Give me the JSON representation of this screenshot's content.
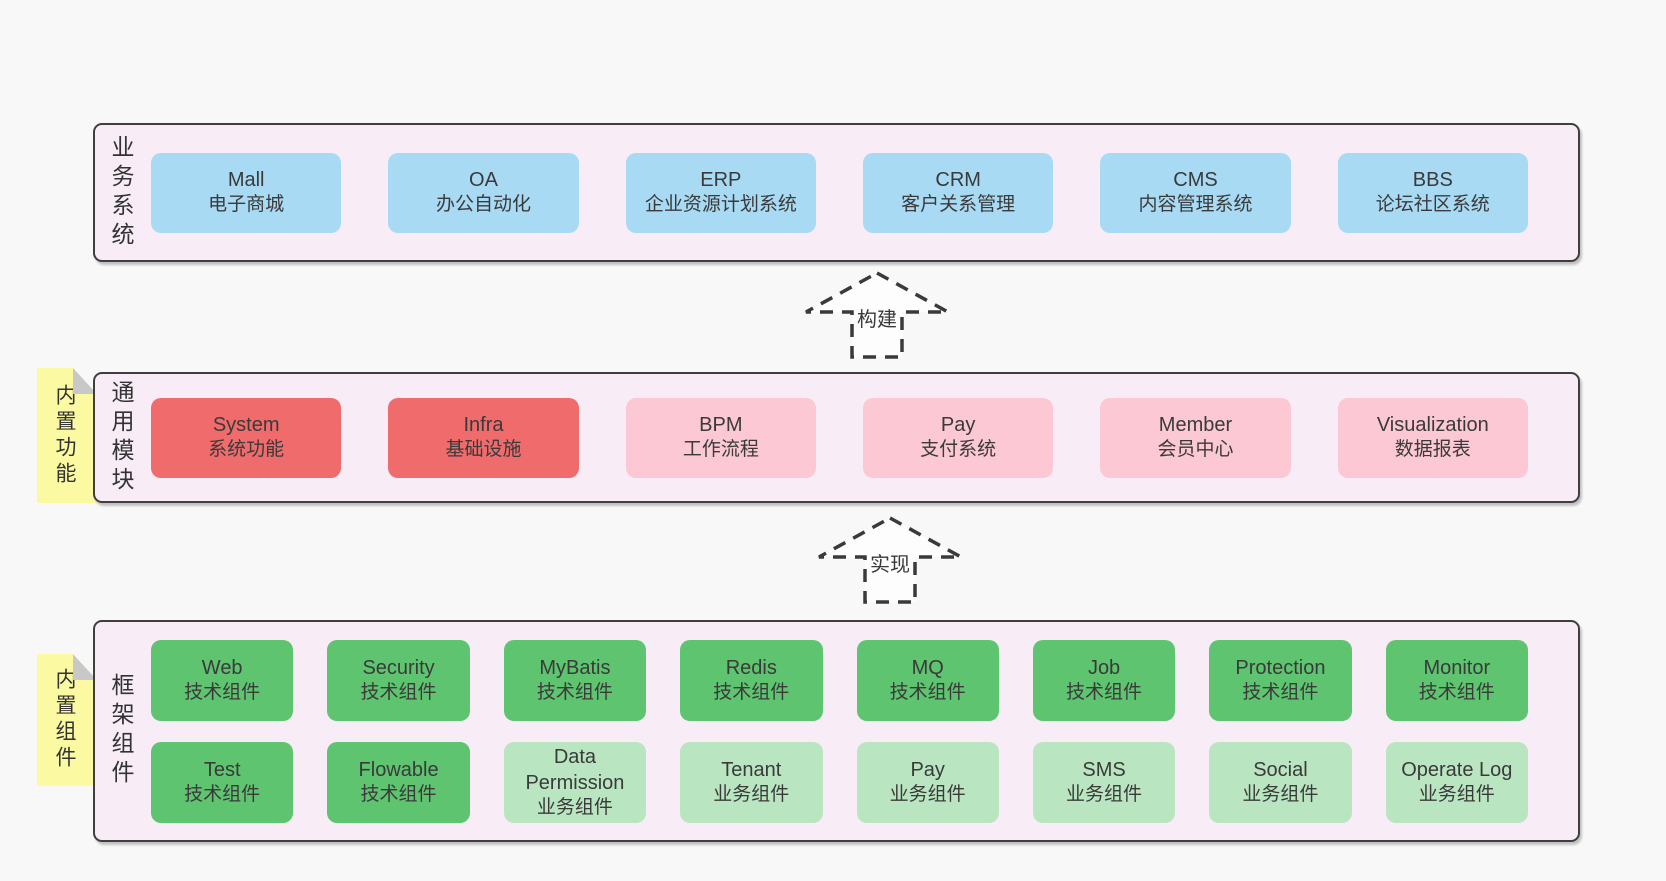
{
  "colors": {
    "page-bg": "#f8f8f8",
    "container-bg": "#f8edf6",
    "border": "#3f3f3f",
    "text": "#3a3a3a",
    "blue": "#a8daf4",
    "red": "#ef6b6c",
    "pink": "#fbc8d3",
    "green": "#5ec46f",
    "green-light": "#b9e6c1",
    "yellow": "#fbfaa3",
    "fold": "#c8c8c8"
  },
  "business": {
    "label": "业务系统",
    "boxes": [
      {
        "title": "Mall",
        "subtitle": "电子商城"
      },
      {
        "title": "OA",
        "subtitle": "办公自动化"
      },
      {
        "title": "ERP",
        "subtitle": "企业资源计划系统"
      },
      {
        "title": "CRM",
        "subtitle": "客户关系管理"
      },
      {
        "title": "CMS",
        "subtitle": "内容管理系统"
      },
      {
        "title": "BBS",
        "subtitle": "论坛社区系统"
      }
    ]
  },
  "modules": {
    "label": "通用模块",
    "tab": "内置功能",
    "boxes": [
      {
        "title": "System",
        "subtitle": "系统功能"
      },
      {
        "title": "Infra",
        "subtitle": "基础设施"
      },
      {
        "title": "BPM",
        "subtitle": "工作流程"
      },
      {
        "title": "Pay",
        "subtitle": "支付系统"
      },
      {
        "title": "Member",
        "subtitle": "会员中心"
      },
      {
        "title": "Visualization",
        "subtitle": "数据报表"
      }
    ]
  },
  "components": {
    "label": "框架组件",
    "tab": "内置组件",
    "row1": [
      {
        "title": "Web",
        "subtitle": "技术组件"
      },
      {
        "title": "Security",
        "subtitle": "技术组件"
      },
      {
        "title": "MyBatis",
        "subtitle": "技术组件"
      },
      {
        "title": "Redis",
        "subtitle": "技术组件"
      },
      {
        "title": "MQ",
        "subtitle": "技术组件"
      },
      {
        "title": "Job",
        "subtitle": "技术组件"
      },
      {
        "title": "Protection",
        "subtitle": "技术组件"
      },
      {
        "title": "Monitor",
        "subtitle": "技术组件"
      }
    ],
    "row2": [
      {
        "title": "Test",
        "subtitle": "技术组件"
      },
      {
        "title": "Flowable",
        "subtitle": "技术组件"
      },
      {
        "title": "Data Permission",
        "subtitle": "业务组件"
      },
      {
        "title": "Tenant",
        "subtitle": "业务组件"
      },
      {
        "title": "Pay",
        "subtitle": "业务组件"
      },
      {
        "title": "SMS",
        "subtitle": "业务组件"
      },
      {
        "title": "Social",
        "subtitle": "业务组件"
      },
      {
        "title": "Operate Log",
        "subtitle": "业务组件"
      }
    ]
  },
  "arrows": {
    "build": "构建",
    "implement": "实现"
  }
}
